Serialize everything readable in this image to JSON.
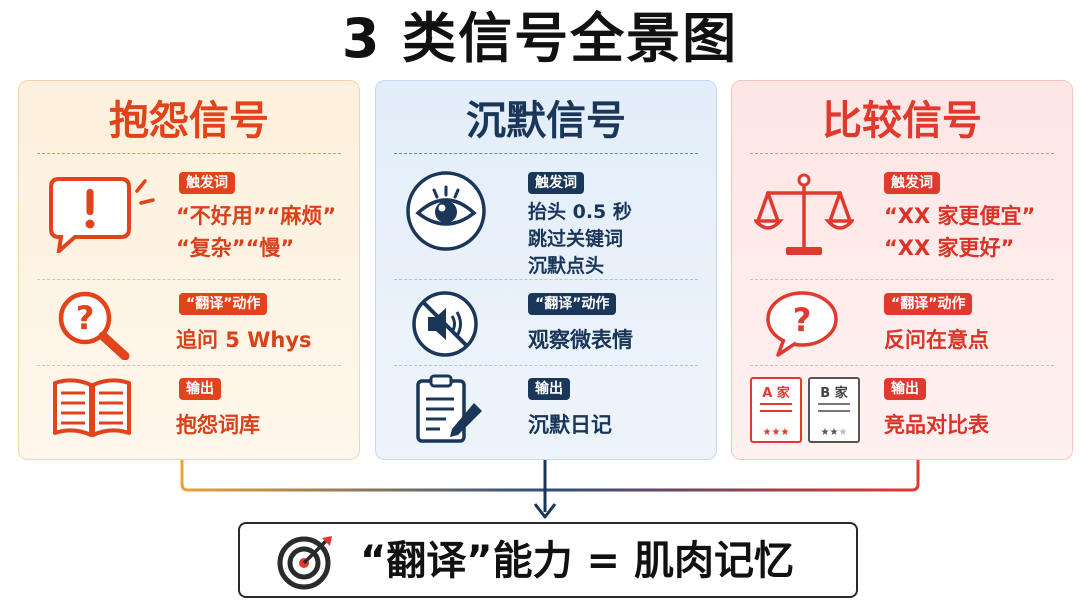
{
  "title": "3 类信号全景图",
  "cards": [
    {
      "title": "抱怨信号",
      "trigger_tag": "触发词",
      "trigger_lines": [
        "“不好用”“麻烦”",
        "“复杂”“慢”"
      ],
      "action_tag": "“翻译”动作",
      "action_text": "追问 5 Whys",
      "output_tag": "输出",
      "output_text": "抱怨词库"
    },
    {
      "title": "沉默信号",
      "trigger_tag": "触发词",
      "trigger_lines": [
        "抬头 0.5 秒",
        "跳过关键词",
        "沉默点头"
      ],
      "action_tag": "“翻译”动作",
      "action_text": "观察微表情",
      "output_tag": "输出",
      "output_text": "沉默日记"
    },
    {
      "title": "比较信号",
      "trigger_tag": "触发词",
      "trigger_lines": [
        "“XX 家更便宜”",
        "“XX 家更好”"
      ],
      "action_tag": "“翻译”动作",
      "action_text": "反问在意点",
      "output_tag": "输出",
      "output_text": "竞品对比表",
      "compare_a": "A 家",
      "compare_b": "B 家"
    }
  ],
  "result": "“翻译”能力 = 肌肉记忆",
  "colors": {
    "orange": "#e2431b",
    "navy": "#1a3658",
    "red": "#e03a2f"
  }
}
